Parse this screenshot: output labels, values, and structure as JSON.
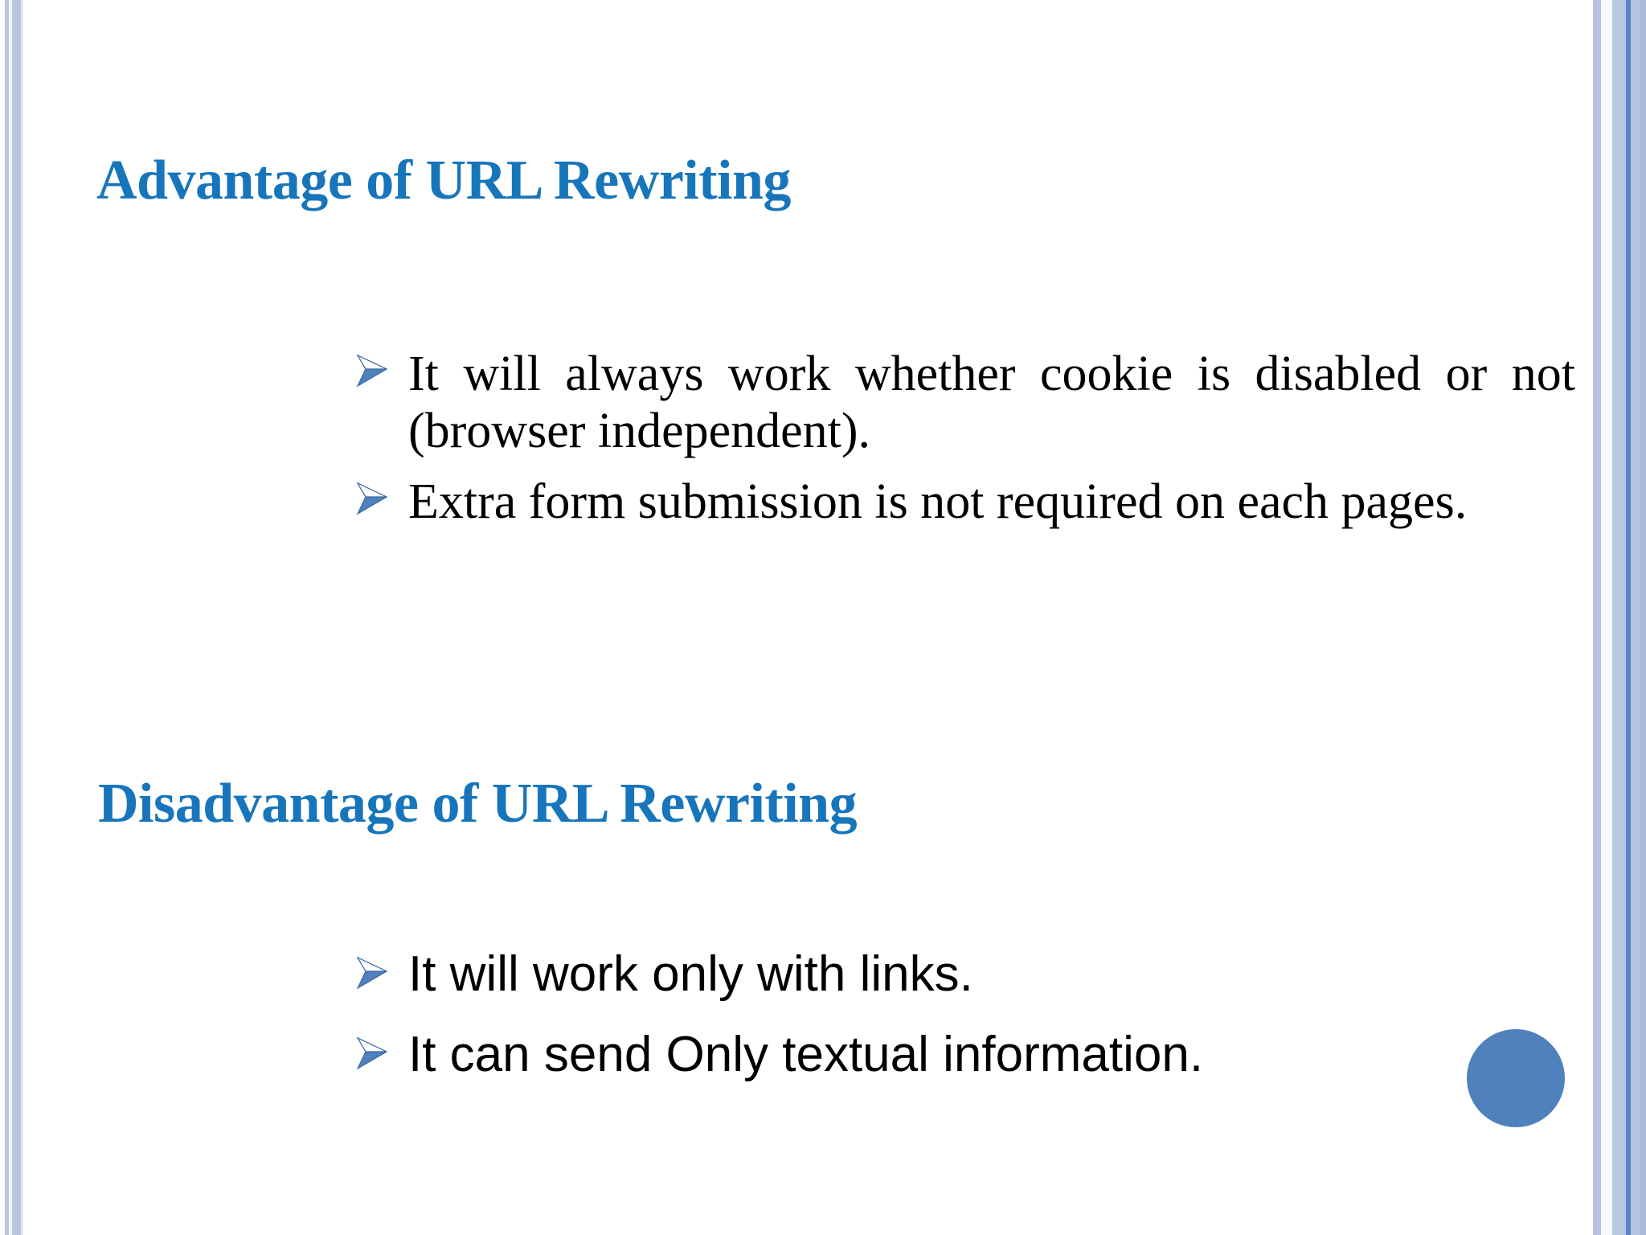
{
  "slide": {
    "title": "Advantage of URL Rewriting",
    "background_color": "#ffffff",
    "accent_color": "#1775bb",
    "bullet_color": "#4f81bd",
    "text_color": "#000000"
  },
  "sections": [
    {
      "heading": "Advantage of URL Rewriting",
      "bullets": [
        "It will always work whether cookie is disabled or not (browser independent).",
        "Extra form submission is not required on each pages."
      ]
    },
    {
      "heading": "Disadvantage of URL Rewriting",
      "bullets": [
        "It will work only with links.",
        "It can send Only textual information."
      ]
    }
  ],
  "decorations": {
    "circle_color": "#4f81bd",
    "left_border_colors": [
      "#b9c7e2",
      "#f2f6fb",
      "#b7c7e0",
      "#dfe7f3"
    ],
    "right_border_colors": [
      "#bcc0df",
      "#f4f9fc",
      "#b8c8e0",
      "#5b84c4",
      "#b3c4de",
      "#a9bbda",
      "#bac9e4"
    ]
  },
  "icons": {
    "bullet_marker": "arrowhead-bullet-icon"
  }
}
